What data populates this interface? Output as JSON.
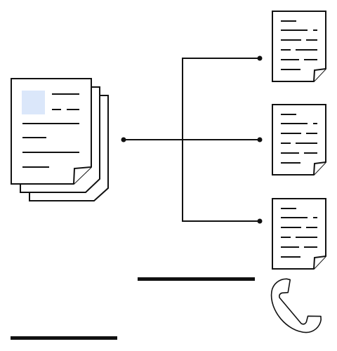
{
  "diagram": {
    "kind": "document-distribution",
    "source": {
      "icon": "document-stack-icon",
      "pages": 3
    },
    "targets": [
      {
        "icon": "document-icon"
      },
      {
        "icon": "document-icon"
      },
      {
        "icon": "document-icon"
      }
    ],
    "connector": {
      "icon": "branch-connector"
    },
    "extras": [
      {
        "icon": "phone-handset-icon"
      }
    ]
  },
  "colors": {
    "stroke": "#111111",
    "paper": "#ffffff",
    "photo_highlight": "#dbe7fa"
  }
}
